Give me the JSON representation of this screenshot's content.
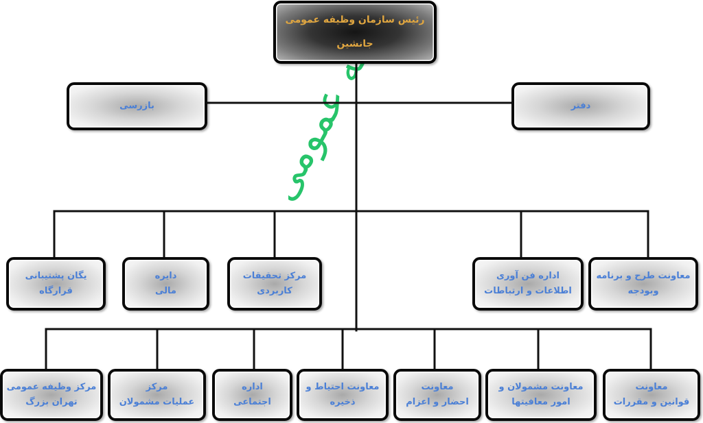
{
  "watermark": "سازمان وظیفه عمومی ناجا",
  "top": {
    "line1": "رئیس سازمان وظیفه عمومی",
    "line2": "جانشین"
  },
  "level1": {
    "left": "بازرسی",
    "right": "دفتر"
  },
  "level2": [
    {
      "line1": "یگان پشتیبانی",
      "line2": "قرارگاه"
    },
    {
      "line1": "دایره",
      "line2": "مالی"
    },
    {
      "line1": "مرکز تحقیقات",
      "line2": "کاربردی"
    },
    {
      "line1": "اداره فن آوری",
      "line2": "اطلاعات و ارتباطات"
    },
    {
      "line1": "معاونت طرح و برنامه",
      "line2": "وبودجه"
    }
  ],
  "level3": [
    {
      "line1": "مرکز وظیفه عمومی",
      "line2": "تهران بزرگ"
    },
    {
      "line1": "مرکز",
      "line2": "عملیات مشمولان"
    },
    {
      "line1": "اداره",
      "line2": "اجتماعی"
    },
    {
      "line1": "معاونت احتیاط و",
      "line2": "ذخیره"
    },
    {
      "line1": "معاونت",
      "line2": "احضار و اعزام"
    },
    {
      "line1": "معاونت مشمولان و",
      "line2": "امور معافیتها"
    },
    {
      "line1": "معاونت",
      "line2": "قوانین و مقررات"
    }
  ]
}
